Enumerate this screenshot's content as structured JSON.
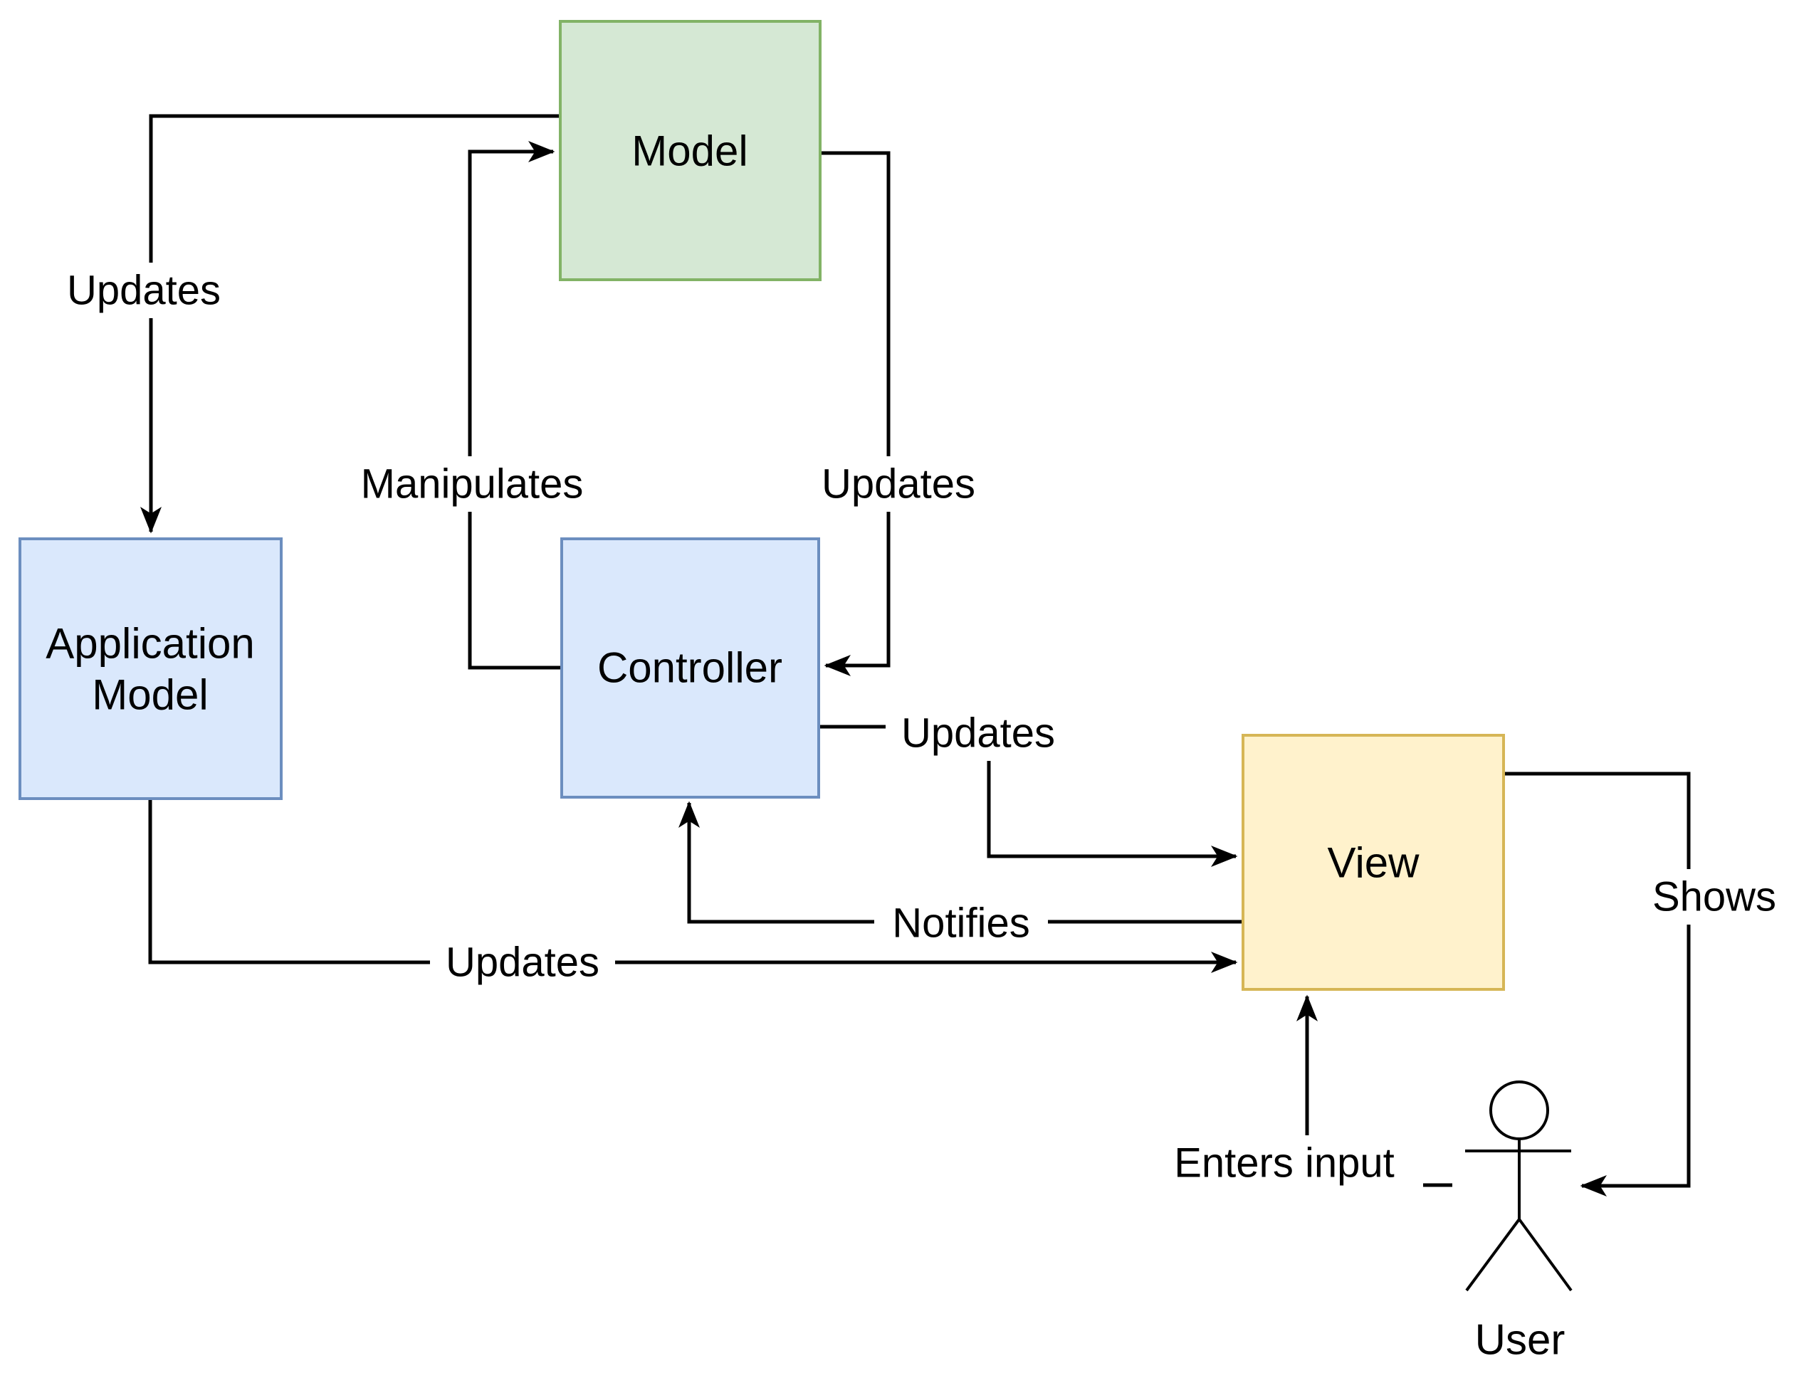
{
  "diagram": {
    "background": "#ffffff",
    "connector_color": "#000000",
    "nodes": {
      "model": {
        "label": "Model",
        "fill": "#d5e8d4",
        "stroke": "#82b366"
      },
      "application_model": {
        "label": "Application Model",
        "label_lines": [
          "Application",
          "Model"
        ],
        "fill": "#dae8fc",
        "stroke": "#6c8ebf"
      },
      "controller": {
        "label": "Controller",
        "fill": "#dae8fc",
        "stroke": "#6c8ebf"
      },
      "view": {
        "label": "View",
        "fill": "#fff2cc",
        "stroke": "#d6b656"
      }
    },
    "actor": {
      "label": "User"
    },
    "edges": {
      "model_to_application_model": {
        "label": "Updates"
      },
      "controller_to_model": {
        "label": "Manipulates"
      },
      "model_to_controller": {
        "label": "Updates"
      },
      "controller_to_view": {
        "label": "Updates"
      },
      "view_to_controller": {
        "label": "Notifies"
      },
      "application_model_to_view": {
        "label": "Updates"
      },
      "view_to_user": {
        "label": "Shows"
      },
      "user_to_view": {
        "label": "Enters input"
      }
    }
  }
}
